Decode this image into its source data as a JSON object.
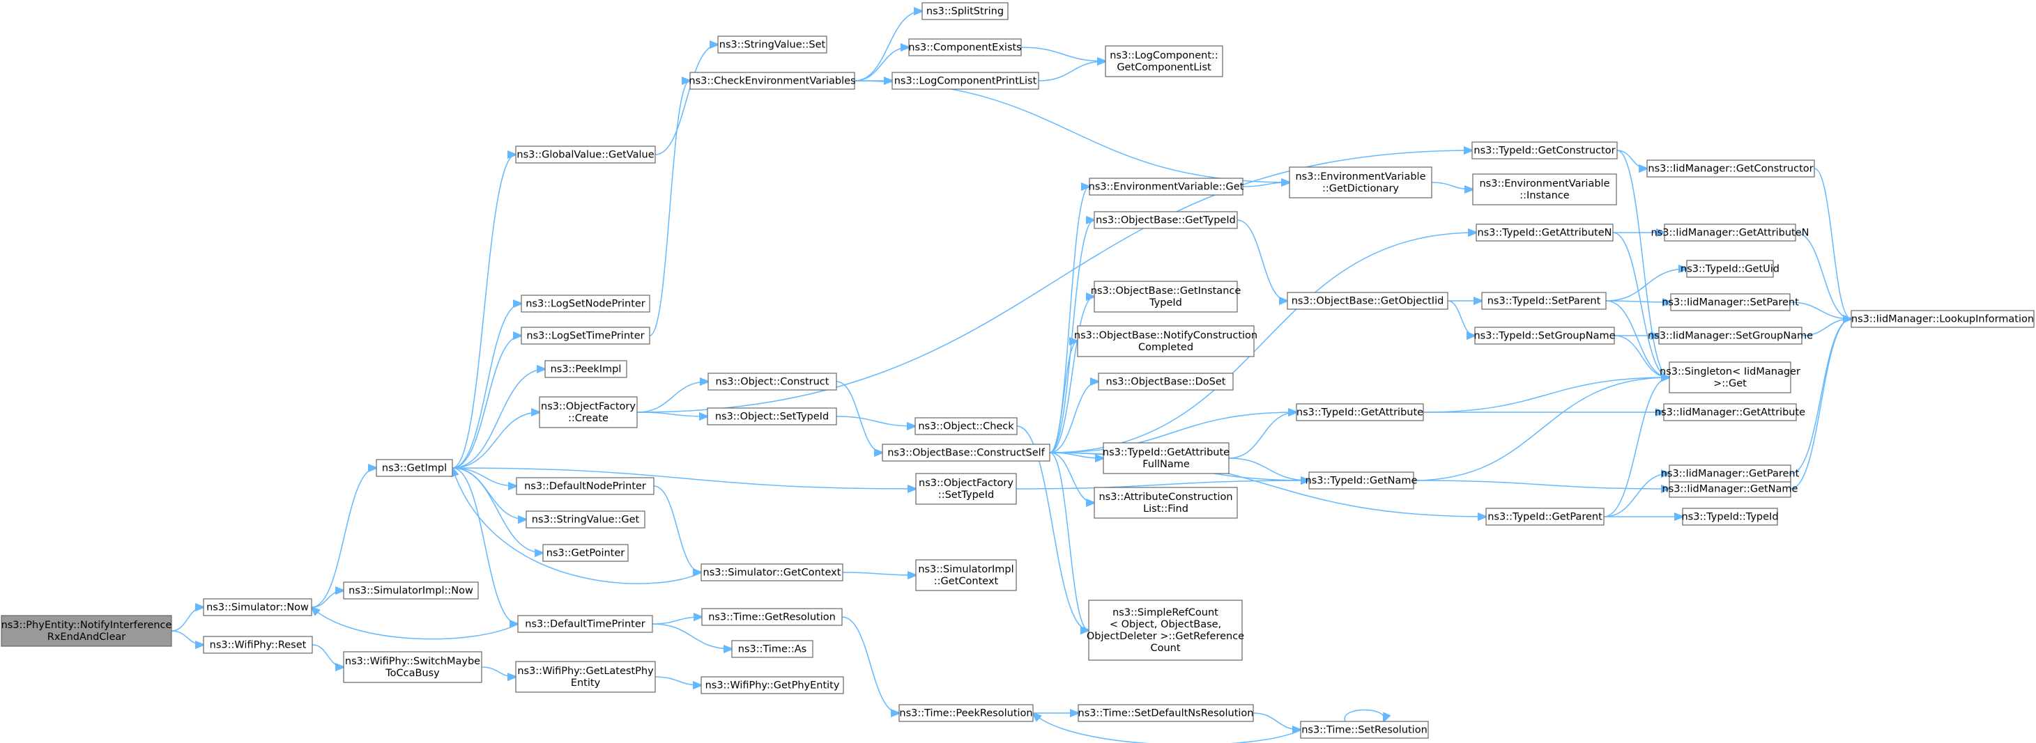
{
  "nodes": [
    {
      "id": "n0",
      "lines": [
        "ns3::PhyEntity::NotifyInterference",
        "RxEndAndClear"
      ],
      "root": true
    },
    {
      "id": "n1",
      "lines": [
        "ns3::Simulator::Now"
      ]
    },
    {
      "id": "n2",
      "lines": [
        "ns3::WifiPhy::Reset"
      ]
    },
    {
      "id": "n3",
      "lines": [
        "ns3::GetImpl"
      ]
    },
    {
      "id": "n4",
      "lines": [
        "ns3::SimulatorImpl::Now"
      ]
    },
    {
      "id": "n5",
      "lines": [
        "ns3::WifiPhy::SwitchMaybe",
        "ToCcaBusy"
      ]
    },
    {
      "id": "n6",
      "lines": [
        "ns3::GlobalValue::GetValue"
      ]
    },
    {
      "id": "n7",
      "lines": [
        "ns3::LogSetNodePrinter"
      ]
    },
    {
      "id": "n8",
      "lines": [
        "ns3::LogSetTimePrinter"
      ]
    },
    {
      "id": "n9",
      "lines": [
        "ns3::PeekImpl"
      ]
    },
    {
      "id": "n10",
      "lines": [
        "ns3::ObjectFactory",
        "::Create"
      ]
    },
    {
      "id": "n11",
      "lines": [
        "ns3::DefaultNodePrinter"
      ]
    },
    {
      "id": "n12",
      "lines": [
        "ns3::StringValue::Get"
      ]
    },
    {
      "id": "n13",
      "lines": [
        "ns3::GetPointer"
      ]
    },
    {
      "id": "n14",
      "lines": [
        "ns3::DefaultTimePrinter"
      ]
    },
    {
      "id": "n15",
      "lines": [
        "ns3::WifiPhy::GetLatestPhy",
        "Entity"
      ]
    },
    {
      "id": "n16",
      "lines": [
        "ns3::StringValue::Set"
      ]
    },
    {
      "id": "n17",
      "lines": [
        "ns3::CheckEnvironmentVariables"
      ]
    },
    {
      "id": "n18",
      "lines": [
        "ns3::Object::Construct"
      ]
    },
    {
      "id": "n19",
      "lines": [
        "ns3::Object::SetTypeId"
      ]
    },
    {
      "id": "n20",
      "lines": [
        "ns3::Simulator::GetContext"
      ]
    },
    {
      "id": "n21",
      "lines": [
        "ns3::Time::GetResolution"
      ]
    },
    {
      "id": "n22",
      "lines": [
        "ns3::Time::As"
      ]
    },
    {
      "id": "n23",
      "lines": [
        "ns3::WifiPhy::GetPhyEntity"
      ]
    },
    {
      "id": "n24",
      "lines": [
        "ns3::SplitString"
      ]
    },
    {
      "id": "n25",
      "lines": [
        "ns3::ComponentExists"
      ]
    },
    {
      "id": "n26",
      "lines": [
        "ns3::LogComponentPrintList"
      ]
    },
    {
      "id": "n27",
      "lines": [
        "ns3::ObjectBase::ConstructSelf"
      ]
    },
    {
      "id": "n28",
      "lines": [
        "ns3::Object::Check"
      ]
    },
    {
      "id": "n29",
      "lines": [
        "ns3::ObjectFactory",
        "::SetTypeId"
      ]
    },
    {
      "id": "n30",
      "lines": [
        "ns3::SimulatorImpl",
        "::GetContext"
      ]
    },
    {
      "id": "n31",
      "lines": [
        "ns3::Time::PeekResolution"
      ]
    },
    {
      "id": "n32",
      "lines": [
        "ns3::EnvironmentVariable::Get"
      ]
    },
    {
      "id": "n33",
      "lines": [
        "ns3::ObjectBase::GetTypeId"
      ]
    },
    {
      "id": "n34",
      "lines": [
        "ns3::ObjectBase::GetInstance",
        "TypeId"
      ]
    },
    {
      "id": "n35",
      "lines": [
        "ns3::ObjectBase::NotifyConstruction",
        "Completed"
      ]
    },
    {
      "id": "n36",
      "lines": [
        "ns3::ObjectBase::DoSet"
      ]
    },
    {
      "id": "n37",
      "lines": [
        "ns3::TypeId::GetAttribute",
        "FullName"
      ]
    },
    {
      "id": "n38",
      "lines": [
        "ns3::AttributeConstruction",
        "List::Find"
      ]
    },
    {
      "id": "n39",
      "lines": [
        "ns3::SimpleRefCount",
        "< Object, ObjectBase,",
        "ObjectDeleter >::GetReference",
        "Count"
      ]
    },
    {
      "id": "n40",
      "lines": [
        "ns3::Time::SetDefaultNsResolution"
      ]
    },
    {
      "id": "n41",
      "lines": [
        "ns3::LogComponent::",
        "GetComponentList"
      ]
    },
    {
      "id": "n42",
      "lines": [
        "ns3::EnvironmentVariable",
        "::GetDictionary"
      ]
    },
    {
      "id": "n43",
      "lines": [
        "ns3::ObjectBase::GetObjectIid"
      ]
    },
    {
      "id": "n44",
      "lines": [
        "ns3::TypeId::GetAttribute"
      ]
    },
    {
      "id": "n45",
      "lines": [
        "ns3::TypeId::GetName"
      ]
    },
    {
      "id": "n46",
      "lines": [
        "ns3::Time::SetResolution"
      ]
    },
    {
      "id": "n47",
      "lines": [
        "ns3::TypeId::GetConstructor"
      ]
    },
    {
      "id": "n48",
      "lines": [
        "ns3::EnvironmentVariable",
        "::Instance"
      ]
    },
    {
      "id": "n49",
      "lines": [
        "ns3::TypeId::GetAttributeN"
      ]
    },
    {
      "id": "n50",
      "lines": [
        "ns3::TypeId::SetParent"
      ]
    },
    {
      "id": "n51",
      "lines": [
        "ns3::TypeId::SetGroupName"
      ]
    },
    {
      "id": "n52",
      "lines": [
        "ns3::TypeId::GetParent"
      ]
    },
    {
      "id": "n53",
      "lines": [
        "ns3::IidManager::GetConstructor"
      ]
    },
    {
      "id": "n54",
      "lines": [
        "ns3::IidManager::GetAttributeN"
      ]
    },
    {
      "id": "n55",
      "lines": [
        "ns3::TypeId::GetUid"
      ]
    },
    {
      "id": "n56",
      "lines": [
        "ns3::IidManager::SetParent"
      ]
    },
    {
      "id": "n57",
      "lines": [
        "ns3::IidManager::SetGroupName"
      ]
    },
    {
      "id": "n58",
      "lines": [
        "ns3::Singleton< IidManager",
        ">::Get"
      ]
    },
    {
      "id": "n59",
      "lines": [
        "ns3::IidManager::GetAttribute"
      ]
    },
    {
      "id": "n60",
      "lines": [
        "ns3::IidManager::GetName"
      ]
    },
    {
      "id": "n61",
      "lines": [
        "ns3::IidManager::GetParent"
      ]
    },
    {
      "id": "n62",
      "lines": [
        "ns3::TypeId::TypeId"
      ]
    },
    {
      "id": "n63",
      "lines": [
        "ns3::IidManager::LookupInformation"
      ]
    }
  ],
  "edges": [
    [
      "n0",
      "n1"
    ],
    [
      "n0",
      "n2"
    ],
    [
      "n1",
      "n3"
    ],
    [
      "n1",
      "n4"
    ],
    [
      "n2",
      "n5"
    ],
    [
      "n3",
      "n6"
    ],
    [
      "n3",
      "n7"
    ],
    [
      "n3",
      "n8"
    ],
    [
      "n3",
      "n9"
    ],
    [
      "n3",
      "n10"
    ],
    [
      "n3",
      "n11"
    ],
    [
      "n3",
      "n12"
    ],
    [
      "n3",
      "n13"
    ],
    [
      "n3",
      "n14"
    ],
    [
      "n3",
      "n29"
    ],
    [
      "n5",
      "n15"
    ],
    [
      "n6",
      "n16"
    ],
    [
      "n8",
      "n17"
    ],
    [
      "n10",
      "n18"
    ],
    [
      "n10",
      "n19"
    ],
    [
      "n10",
      "n47"
    ],
    [
      "n11",
      "n20"
    ],
    [
      "n14",
      "n21"
    ],
    [
      "n14",
      "n22"
    ],
    [
      "n14",
      "n1"
    ],
    [
      "n15",
      "n23"
    ],
    [
      "n17",
      "n24"
    ],
    [
      "n17",
      "n25"
    ],
    [
      "n17",
      "n26"
    ],
    [
      "n17",
      "n42"
    ],
    [
      "n18",
      "n27"
    ],
    [
      "n19",
      "n28"
    ],
    [
      "n20",
      "n3"
    ],
    [
      "n20",
      "n30"
    ],
    [
      "n21",
      "n31"
    ],
    [
      "n25",
      "n41"
    ],
    [
      "n26",
      "n41"
    ],
    [
      "n27",
      "n32"
    ],
    [
      "n27",
      "n33"
    ],
    [
      "n27",
      "n34"
    ],
    [
      "n27",
      "n35"
    ],
    [
      "n27",
      "n36"
    ],
    [
      "n27",
      "n37"
    ],
    [
      "n27",
      "n38"
    ],
    [
      "n27",
      "n39"
    ],
    [
      "n27",
      "n44"
    ],
    [
      "n27",
      "n45"
    ],
    [
      "n27",
      "n49"
    ],
    [
      "n27",
      "n52"
    ],
    [
      "n28",
      "n39"
    ],
    [
      "n29",
      "n45"
    ],
    [
      "n31",
      "n40"
    ],
    [
      "n32",
      "n42"
    ],
    [
      "n33",
      "n43"
    ],
    [
      "n37",
      "n44"
    ],
    [
      "n37",
      "n45"
    ],
    [
      "n40",
      "n46"
    ],
    [
      "n42",
      "n48"
    ],
    [
      "n43",
      "n50"
    ],
    [
      "n43",
      "n51"
    ],
    [
      "n44",
      "n58"
    ],
    [
      "n44",
      "n59"
    ],
    [
      "n45",
      "n58"
    ],
    [
      "n45",
      "n60"
    ],
    [
      "n46",
      "n46"
    ],
    [
      "n46",
      "n31"
    ],
    [
      "n47",
      "n53"
    ],
    [
      "n47",
      "n58"
    ],
    [
      "n49",
      "n54"
    ],
    [
      "n49",
      "n58"
    ],
    [
      "n50",
      "n55"
    ],
    [
      "n50",
      "n56"
    ],
    [
      "n50",
      "n58"
    ],
    [
      "n51",
      "n57"
    ],
    [
      "n51",
      "n58"
    ],
    [
      "n52",
      "n61"
    ],
    [
      "n52",
      "n62"
    ],
    [
      "n52",
      "n58"
    ],
    [
      "n53",
      "n63"
    ],
    [
      "n54",
      "n63"
    ],
    [
      "n56",
      "n63"
    ],
    [
      "n57",
      "n63"
    ],
    [
      "n60",
      "n63"
    ],
    [
      "n61",
      "n63"
    ]
  ]
}
